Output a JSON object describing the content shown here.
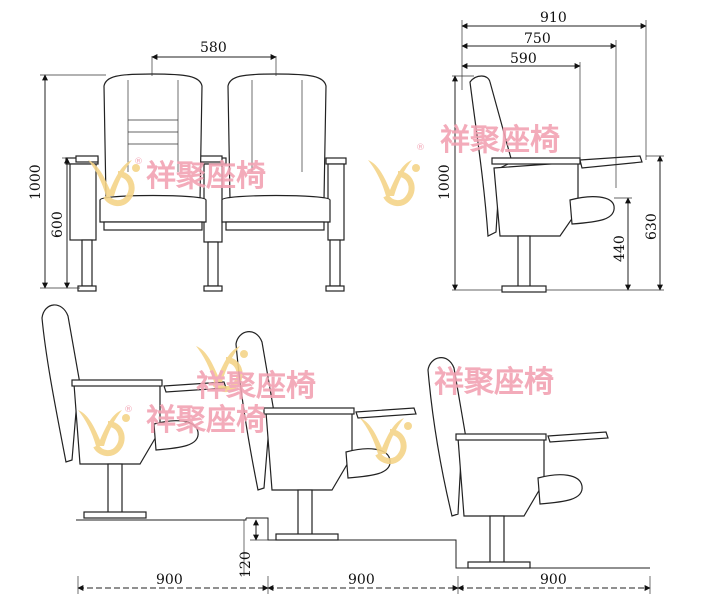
{
  "dims": {
    "front_width": "580",
    "front_height": "1000",
    "front_seat": "600",
    "side_total": "910",
    "side_mid": "750",
    "side_short": "590",
    "side_height": "1000",
    "side_desk": "630",
    "side_seat": "440",
    "step_height": "120",
    "row1": "900",
    "row2": "900",
    "row3": "900"
  },
  "watermark": {
    "text": "祥聚座椅",
    "registered": "®",
    "logo_color": "#f4d489",
    "text_color": "#f2a3b3"
  }
}
